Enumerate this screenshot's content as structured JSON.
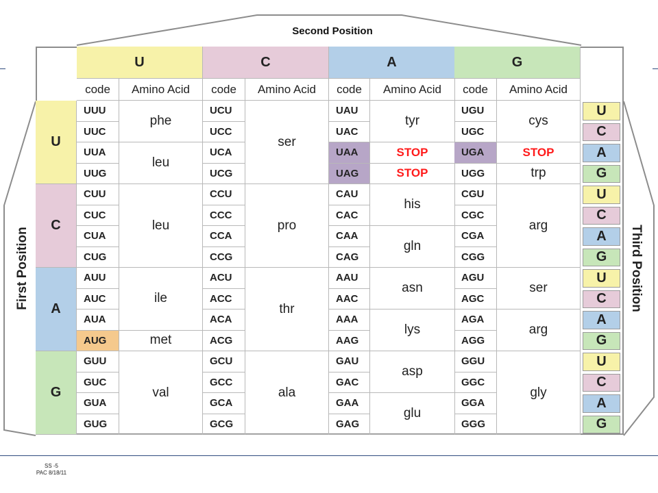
{
  "titles": {
    "second_position": "Second Position",
    "first_position": "First Position",
    "third_position": "Third Position"
  },
  "bases": [
    "U",
    "C",
    "A",
    "G"
  ],
  "subheaders": {
    "code": "code",
    "amino_acid": "Amino Acid"
  },
  "base_colors": {
    "U": "#f7f2a9",
    "C": "#e6cbd9",
    "A": "#b3cfe8",
    "G": "#c7e6b9"
  },
  "highlight_colors": {
    "stop_codon": "#b7a6c7",
    "start_codon": "#f5c98d",
    "stop_text": "#ff1a1a"
  },
  "columns": [
    {
      "base": "U",
      "codons": [
        "UUU",
        "UUC",
        "UUA",
        "UUG",
        "CUU",
        "CUC",
        "CUA",
        "CUG",
        "AUU",
        "AUC",
        "AUA",
        "AUG",
        "GUU",
        "GUC",
        "GUA",
        "GUG"
      ],
      "amino_groups": [
        {
          "label": "phe",
          "span": 2
        },
        {
          "label": "leu",
          "span": 2
        },
        {
          "label": "leu",
          "span": 4
        },
        {
          "label": "ile",
          "span": 3
        },
        {
          "label": "met",
          "span": 1
        },
        {
          "label": "val",
          "span": 4
        }
      ]
    },
    {
      "base": "C",
      "codons": [
        "UCU",
        "UCC",
        "UCA",
        "UCG",
        "CCU",
        "CCC",
        "CCA",
        "CCG",
        "ACU",
        "ACC",
        "ACA",
        "ACG",
        "GCU",
        "GCC",
        "GCA",
        "GCG"
      ],
      "amino_groups": [
        {
          "label": "ser",
          "span": 4
        },
        {
          "label": "pro",
          "span": 4
        },
        {
          "label": "thr",
          "span": 4
        },
        {
          "label": "ala",
          "span": 4
        }
      ]
    },
    {
      "base": "A",
      "codons": [
        "UAU",
        "UAC",
        "UAA",
        "UAG",
        "CAU",
        "CAC",
        "CAA",
        "CAG",
        "AAU",
        "AAC",
        "AAA",
        "AAG",
        "GAU",
        "GAC",
        "GAA",
        "GAG"
      ],
      "amino_groups": [
        {
          "label": "tyr",
          "span": 2
        },
        {
          "label": "STOP",
          "span": 1,
          "stop": true
        },
        {
          "label": "STOP",
          "span": 1,
          "stop": true
        },
        {
          "label": "his",
          "span": 2
        },
        {
          "label": "gln",
          "span": 2
        },
        {
          "label": "asn",
          "span": 2
        },
        {
          "label": "lys",
          "span": 2
        },
        {
          "label": "asp",
          "span": 2
        },
        {
          "label": "glu",
          "span": 2
        }
      ]
    },
    {
      "base": "G",
      "codons": [
        "UGU",
        "UGC",
        "UGA",
        "UGG",
        "CGU",
        "CGC",
        "CGA",
        "CGG",
        "AGU",
        "AGC",
        "AGA",
        "AGG",
        "GGU",
        "GGC",
        "GGA",
        "GGG"
      ],
      "amino_groups": [
        {
          "label": "cys",
          "span": 2
        },
        {
          "label": "STOP",
          "span": 1,
          "stop": true
        },
        {
          "label": "trp",
          "span": 1
        },
        {
          "label": "arg",
          "span": 4
        },
        {
          "label": "ser",
          "span": 2
        },
        {
          "label": "arg",
          "span": 2
        },
        {
          "label": "gly",
          "span": 4
        }
      ]
    }
  ],
  "highlighted_codons": {
    "stop": [
      "UAA",
      "UAG",
      "UGA"
    ],
    "start": [
      "AUG"
    ]
  },
  "footer": {
    "line1": "SS -5",
    "line2": "PAC 8/18/11"
  }
}
